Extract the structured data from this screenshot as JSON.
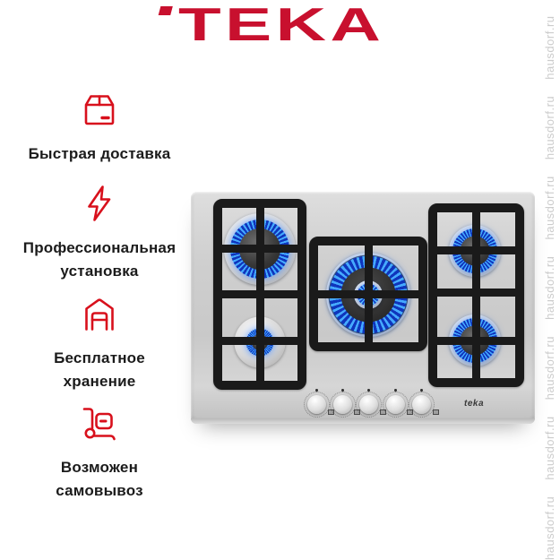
{
  "logo": {
    "text": "TEKA",
    "color": "#C8102E"
  },
  "features": [
    {
      "icon": "package-icon",
      "lines": [
        "Быстрая доставка",
        ""
      ]
    },
    {
      "icon": "lightning-icon",
      "lines": [
        "Профессиональная",
        "установка"
      ]
    },
    {
      "icon": "warehouse-icon",
      "lines": [
        "Бесплатное",
        "хранение"
      ]
    },
    {
      "icon": "handtruck-icon",
      "lines": [
        "Возможен",
        "самовывоз"
      ]
    }
  ],
  "product": {
    "type": "gas hob with 5 burners, stainless steel",
    "badge": "teka",
    "burner_count": 5,
    "knob_count": 5,
    "burners": [
      {
        "position": "top-left",
        "size": "semi-rapid",
        "state": "lit"
      },
      {
        "position": "bottom-left",
        "size": "auxiliary",
        "state": "lit"
      },
      {
        "position": "center",
        "size": "wok-double-ring",
        "state": "lit"
      },
      {
        "position": "top-right",
        "size": "semi-rapid",
        "state": "lit"
      },
      {
        "position": "bottom-right",
        "size": "semi-rapid",
        "state": "lit"
      }
    ]
  },
  "watermark": {
    "text": "hausdorf.ru",
    "display": "hausdorf.ru   hausdorf.ru   hausdorf.ru   hausdorf.ru   hausdorf.ru   hausdorf.ru   hausdorf.ru"
  },
  "colors": {
    "brand_red": "#C8102E",
    "icon_red": "#D8101C",
    "text": "#1B1B1B",
    "watermark": "#CCCCCC",
    "flame_blue": "#2F8CF2",
    "hob_steel": "#CFCFCF",
    "grate_black": "#1A1A1A"
  }
}
